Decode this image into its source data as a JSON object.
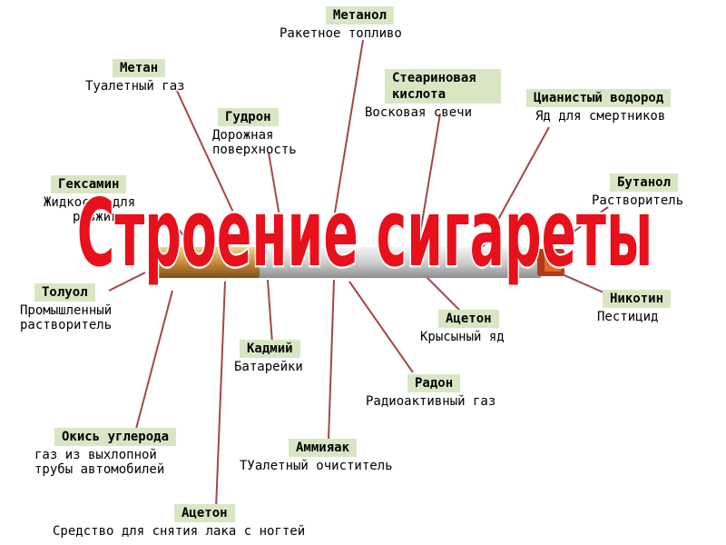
{
  "title": "Строение сигареты",
  "colors": {
    "tag_bg": "#d9e6c4",
    "line": "#a04848",
    "title_fill": "#e8101a",
    "title_stroke": "#ffffff"
  },
  "labels": {
    "metanol": {
      "name": "Метанол",
      "desc": [
        "Ракетное топливо"
      ]
    },
    "metan": {
      "name": "Метан",
      "desc": [
        "Туалетный газ"
      ]
    },
    "stearin": {
      "name": "Стеариновая кислота",
      "desc": [
        "Восковая свечи"
      ]
    },
    "cyan": {
      "name": "Цианистый водород",
      "desc": [
        "Яд для смертников"
      ]
    },
    "gudron": {
      "name": "Гудрон",
      "desc": [
        "Дорожная",
        "поверхность"
      ]
    },
    "geksamin": {
      "name": "Гексамин",
      "desc": [
        "Жидкость для",
        "розжига"
      ]
    },
    "butanol": {
      "name": "Бутанол",
      "desc": [
        "Растворитель"
      ]
    },
    "toluol": {
      "name": "Толуол",
      "desc": [
        "Промышленный",
        "растворитель"
      ]
    },
    "nikotin": {
      "name": "Никотин",
      "desc": [
        "Пестицид"
      ]
    },
    "aceton1": {
      "name": "Ацетон",
      "desc": [
        "Крысыный яд"
      ]
    },
    "kadmiy": {
      "name": "Кадмий",
      "desc": [
        "Батарейки"
      ]
    },
    "radon": {
      "name": "Радон",
      "desc": [
        "Радиоактивный газ"
      ]
    },
    "okis": {
      "name": "Окись углерода",
      "desc": [
        "газ из выхлопной",
        "трубы автомобилей"
      ]
    },
    "ammiak": {
      "name": "Аммияак",
      "desc": [
        "ТУалетный очиститель"
      ]
    },
    "aceton2": {
      "name": "Ацетон",
      "desc": [
        "Средство для снятия лака с ногтей"
      ]
    }
  }
}
